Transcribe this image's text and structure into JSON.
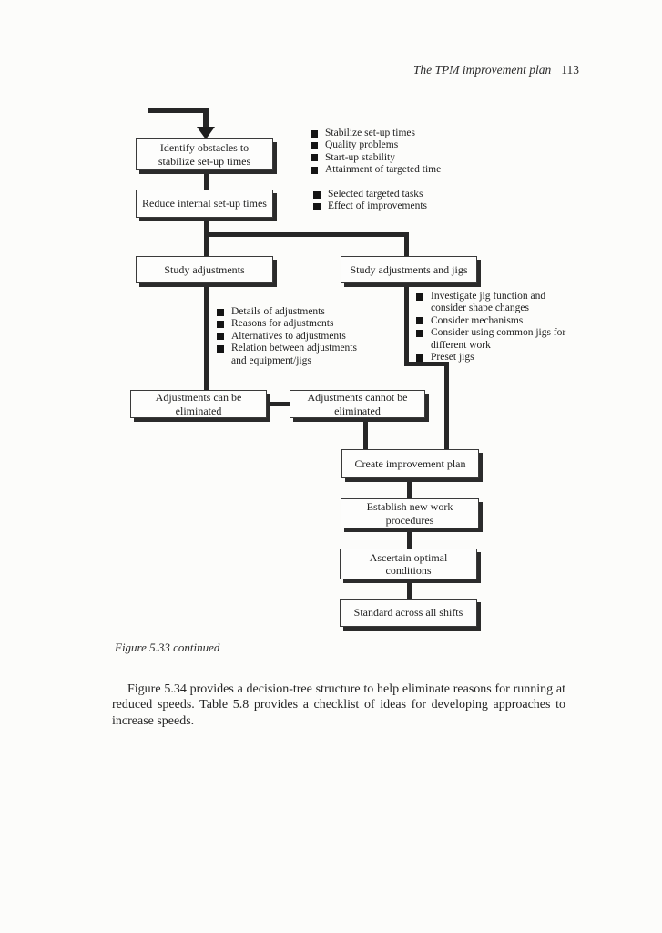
{
  "header": {
    "running_head": "The TPM improvement plan",
    "page_number": "113"
  },
  "figure": {
    "caption": "Figure 5.33 continued",
    "boxes": {
      "identify": "Identify obstacles to stabilize set-up times",
      "reduce": "Reduce internal set-up times",
      "study_adjustments": "Study adjustments",
      "study_jigs": "Study adjustments and jigs",
      "can_eliminate": "Adjustments can be eliminated",
      "cannot_eliminate": "Adjustments cannot be eliminated",
      "create_plan": "Create improvement plan",
      "establish": "Establish new work procedures",
      "ascertain": "Ascertain optimal conditions",
      "standard": "Standard across all shifts"
    },
    "bullets": {
      "setup_obstacles": [
        "Stabilize set-up times",
        "Quality problems",
        "Start-up stability",
        "Attainment of targeted time"
      ],
      "reduce_notes": [
        "Selected targeted tasks",
        "Effect of improvements"
      ],
      "adjustment_notes": [
        "Details of adjustments",
        "Reasons for adjustments",
        "Alternatives to adjustments",
        "Relation between adjustments and equipment/jigs"
      ],
      "jig_notes": [
        "Investigate jig function and consider shape changes",
        "Consider mechanisms",
        "Consider using common jigs for different work",
        "Preset jigs"
      ]
    }
  },
  "body": {
    "paragraph": "Figure 5.34 provides a decision-tree structure to help eliminate reasons for running at reduced speeds. Table 5.8 provides a checklist of ideas for developing approaches to increase speeds."
  },
  "colors": {
    "ink": "#242424",
    "line": "#262626",
    "box_shadow": "#2b2b2b",
    "paper": "#fcfcfa"
  }
}
